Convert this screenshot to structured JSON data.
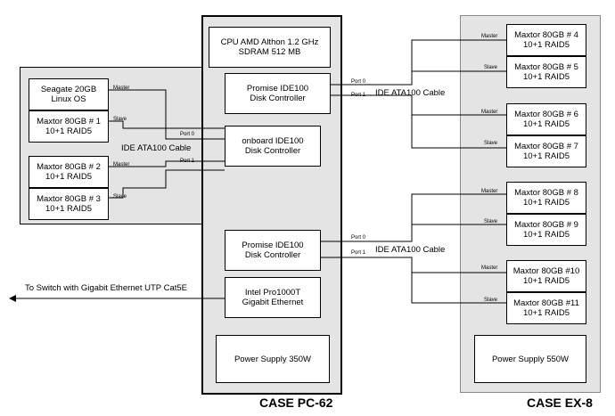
{
  "pc_case": {
    "title": "CASE PC-62",
    "cpu": [
      "CPU AMD Althon 1.2 GHz",
      "SDRAM 512 MB"
    ],
    "promise_top": [
      "Promise IDE100",
      "Disk Controller"
    ],
    "onboard": [
      "onboard IDE100",
      "Disk Controller"
    ],
    "promise_bottom": [
      "Promise IDE100",
      "Disk Controller"
    ],
    "nic": [
      "Intel Pro1000T",
      "Gigabit Ethernet"
    ],
    "psu": "Power Supply 350W"
  },
  "ex_case": {
    "title": "CASE EX-8",
    "psu": "Power Supply 550W",
    "disks": [
      [
        "Maxtor 80GB # 4",
        "10+1 RAID5"
      ],
      [
        "Maxtor 80GB # 5",
        "10+1 RAID5"
      ],
      [
        "Maxtor 80GB # 6",
        "10+1 RAID5"
      ],
      [
        "Maxtor 80GB # 7",
        "10+1 RAID5"
      ],
      [
        "Maxtor 80GB # 8",
        "10+1 RAID5"
      ],
      [
        "Maxtor 80GB # 9",
        "10+1 RAID5"
      ],
      [
        "Maxtor 80GB #10",
        "10+1 RAID5"
      ],
      [
        "Maxtor 80GB #11",
        "10+1 RAID5"
      ]
    ]
  },
  "left_case": {
    "disks": [
      [
        "Seagate 20GB",
        "Linux OS"
      ],
      [
        "Maxtor 80GB # 1",
        "10+1 RAID5"
      ],
      [
        "Maxtor 80GB # 2",
        "10+1 RAID5"
      ],
      [
        "Maxtor 80GB # 3",
        "10+1 RAID5"
      ]
    ]
  },
  "labels": {
    "master": "Master",
    "slave": "Slave",
    "port0": "Port 0",
    "port1": "Port 1",
    "cable": "IDE ATA100 Cable",
    "ethernet": "To Switch with Gigabit Ethernet UTP Cat5E"
  }
}
